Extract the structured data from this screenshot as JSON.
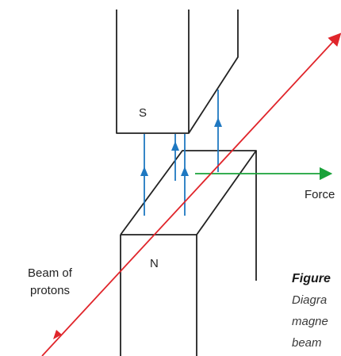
{
  "labels": {
    "south_pole": "S",
    "north_pole": "N",
    "force": "Force",
    "beam_line1": "Beam of",
    "beam_line2": "protons"
  },
  "caption": {
    "title": "Figure",
    "line1": "Diagra",
    "line2": "magne",
    "line3": "beam"
  },
  "colors": {
    "outline": "#222222",
    "beam": "#e0252b",
    "field_lines": "#1f78c1",
    "force_arrow": "#1aa23a"
  }
}
